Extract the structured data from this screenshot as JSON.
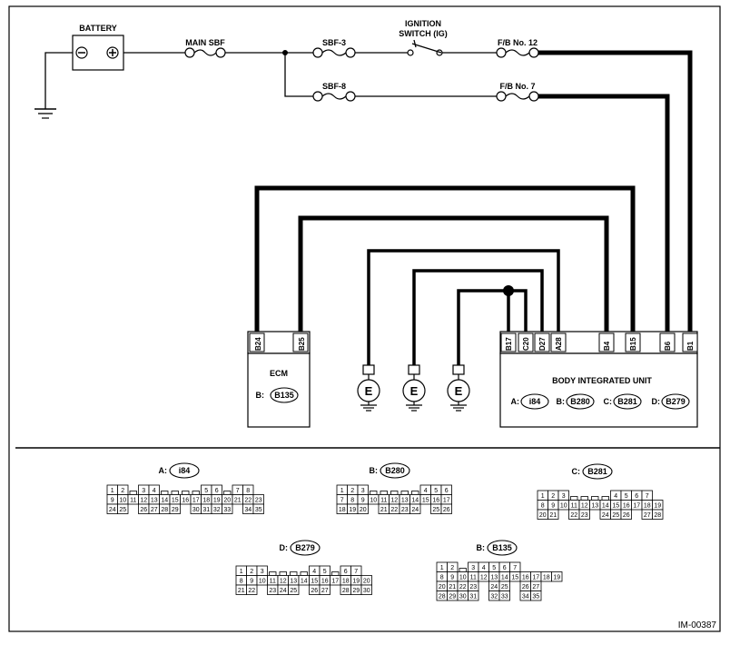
{
  "components": {
    "battery": "BATTERY",
    "battery_neg": "⊖",
    "battery_pos": "⊕",
    "main_sbf": "MAIN SBF",
    "sbf3": "SBF-3",
    "sbf8": "SBF-8",
    "ignition_line1": "IGNITION",
    "ignition_line2": "SWITCH (IG)",
    "fb12": "F/B No. 12",
    "fb7": "F/B No. 7",
    "ecm": "ECM",
    "ecm_conn_prefix": "B:",
    "ecm_conn": "B135",
    "biu": "BODY INTEGRATED UNIT",
    "ground": "E"
  },
  "biu_connectors": [
    {
      "prefix": "A:",
      "name": "i84"
    },
    {
      "prefix": "B:",
      "name": "B280"
    },
    {
      "prefix": "C:",
      "name": "B281"
    },
    {
      "prefix": "D:",
      "name": "B279"
    }
  ],
  "ecm_pins": [
    "B24",
    "B25"
  ],
  "biu_pins": [
    "B17",
    "C20",
    "D27",
    "A28",
    "B4",
    "B15",
    "B6",
    "B1"
  ],
  "connector_views": {
    "i84": {
      "prefix": "A:",
      "name": "i84",
      "rows": [
        [
          "1",
          "2",
          "",
          "3",
          "4",
          "",
          "",
          "",
          "",
          "5",
          "6",
          "",
          "7",
          "8"
        ],
        [
          "9",
          "10",
          "11",
          "12",
          "13",
          "14",
          "15",
          "16",
          "17",
          "18",
          "19",
          "20",
          "21",
          "22",
          "23"
        ],
        [
          "24",
          "25",
          "",
          "26",
          "27",
          "28",
          "29",
          "",
          "30",
          "31",
          "32",
          "33",
          "",
          "34",
          "35"
        ]
      ]
    },
    "B280": {
      "prefix": "B:",
      "name": "B280",
      "rows": [
        [
          "1",
          "2",
          "3",
          "",
          "",
          "",
          "",
          "",
          "4",
          "5",
          "6"
        ],
        [
          "7",
          "8",
          "9",
          "10",
          "11",
          "12",
          "13",
          "14",
          "15",
          "16",
          "17"
        ],
        [
          "18",
          "19",
          "20",
          "",
          "21",
          "22",
          "23",
          "24",
          "",
          "25",
          "26"
        ]
      ]
    },
    "B281": {
      "prefix": "C:",
      "name": "B281",
      "rows": [
        [
          "1",
          "2",
          "3",
          "",
          "",
          "",
          "",
          "4",
          "5",
          "6",
          "7"
        ],
        [
          "8",
          "9",
          "10",
          "11",
          "12",
          "13",
          "14",
          "15",
          "16",
          "17",
          "18",
          "19"
        ],
        [
          "20",
          "21",
          "",
          "22",
          "23",
          "",
          "24",
          "25",
          "26",
          "",
          "27",
          "28"
        ]
      ]
    },
    "B279": {
      "prefix": "D:",
      "name": "B279",
      "rows": [
        [
          "1",
          "2",
          "3",
          "",
          "",
          "",
          "",
          "4",
          "5",
          "",
          "6",
          "7"
        ],
        [
          "8",
          "9",
          "10",
          "11",
          "12",
          "13",
          "14",
          "15",
          "16",
          "17",
          "18",
          "19",
          "20"
        ],
        [
          "21",
          "22",
          "",
          "23",
          "24",
          "25",
          "",
          "26",
          "27",
          "",
          "28",
          "29",
          "30"
        ]
      ]
    },
    "B135": {
      "prefix": "B:",
      "name": "B135",
      "rows": [
        [
          "1",
          "2",
          "",
          "3",
          "4",
          "5",
          "6",
          "7"
        ],
        [
          "8",
          "9",
          "10",
          "11",
          "12",
          "13",
          "14",
          "15",
          "16",
          "17",
          "18",
          "19"
        ],
        [
          "20",
          "21",
          "22",
          "23",
          "",
          "24",
          "25",
          "",
          "26",
          "27"
        ],
        [
          "28",
          "29",
          "30",
          "31",
          "",
          "32",
          "33",
          "",
          "34",
          "35"
        ]
      ]
    }
  },
  "figure_id": "IM-00387"
}
